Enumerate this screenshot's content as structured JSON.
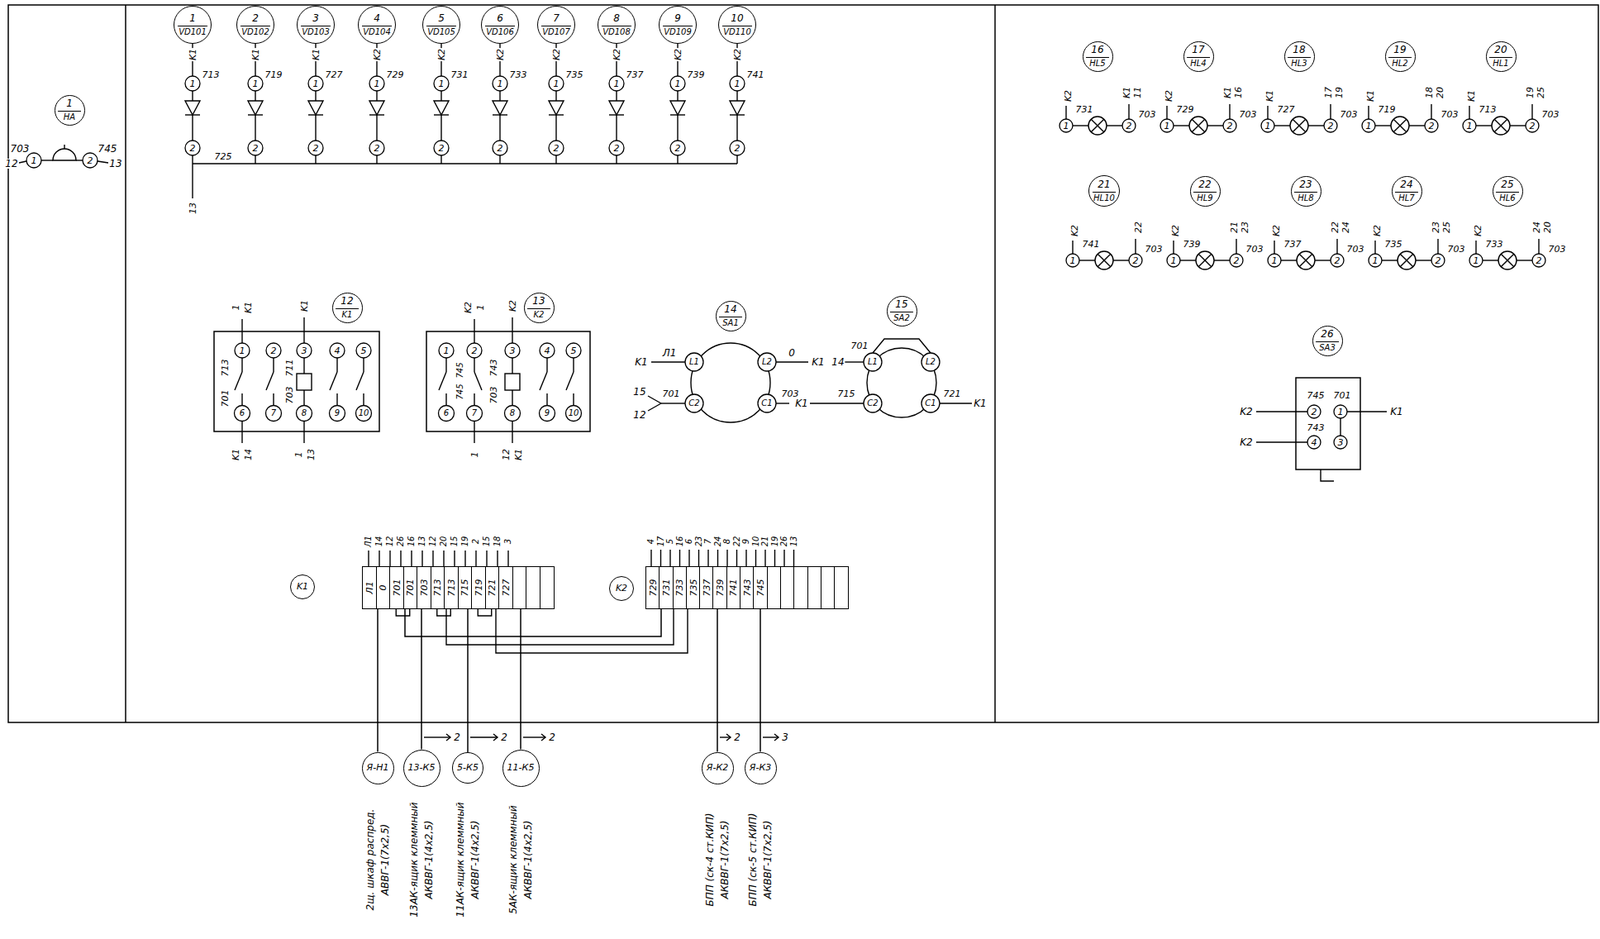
{
  "diagram": {
    "nodes": [
      {
        "text": [
          "1",
          "HA"
        ]
      },
      {
        "text": [
          "1",
          "VD101"
        ]
      },
      {
        "text": [
          "2",
          "VD102"
        ]
      },
      {
        "text": [
          "3",
          "VD103"
        ]
      },
      {
        "text": [
          "4",
          "VD104"
        ]
      },
      {
        "text": [
          "5",
          "VD105"
        ]
      },
      {
        "text": [
          "6",
          "VD106"
        ]
      },
      {
        "text": [
          "7",
          "VD107"
        ]
      },
      {
        "text": [
          "8",
          "VD108"
        ]
      },
      {
        "text": [
          "9",
          "VD109"
        ]
      },
      {
        "text": [
          "10",
          "VD110"
        ]
      },
      {
        "text": [
          "12",
          "K1"
        ]
      },
      {
        "text": [
          "13",
          "K2"
        ]
      },
      {
        "text": [
          "14",
          "SA1"
        ]
      },
      {
        "text": [
          "15",
          "SA2"
        ]
      },
      {
        "text": [
          "16",
          "HL5"
        ]
      },
      {
        "text": [
          "17",
          "HL4"
        ]
      },
      {
        "text": [
          "18",
          "HL3"
        ]
      },
      {
        "text": [
          "19",
          "HL2"
        ]
      },
      {
        "text": [
          "20",
          "HL1"
        ]
      },
      {
        "text": [
          "21",
          "HL10"
        ]
      },
      {
        "text": [
          "22",
          "HL9"
        ]
      },
      {
        "text": [
          "23",
          "HL8"
        ]
      },
      {
        "text": [
          "24",
          "HL7"
        ]
      },
      {
        "text": [
          "25",
          "HL6"
        ]
      },
      {
        "text": [
          "26",
          "SA3"
        ]
      },
      {
        "text": [
          "K1"
        ]
      },
      {
        "text": [
          "K2"
        ]
      },
      {
        "text": [
          "Л1",
          "0",
          "701",
          "701",
          "703",
          "713",
          "713",
          "715",
          "719",
          "721",
          "727"
        ]
      },
      {
        "text": [
          "729",
          "731",
          "733",
          "735",
          "737",
          "739",
          "741",
          "743",
          "745"
        ]
      },
      {
        "text": [
          "Я-Н1"
        ]
      },
      {
        "text": [
          "13-К5"
        ]
      },
      {
        "text": [
          "5-К5"
        ]
      },
      {
        "text": [
          "11-К5"
        ]
      },
      {
        "text": [
          "Я-К2"
        ]
      },
      {
        "text": [
          "Я-К3"
        ]
      }
    ],
    "edges": [
      {
        "from": 28,
        "to": 30,
        "arrow": "none"
      },
      {
        "from": 28,
        "to": 31,
        "arrow": "none"
      },
      {
        "from": 28,
        "to": 32,
        "arrow": "none"
      },
      {
        "from": 28,
        "to": 33,
        "arrow": "none"
      },
      {
        "from": 29,
        "to": 34,
        "arrow": "none"
      },
      {
        "from": 29,
        "to": 35,
        "arrow": "none"
      },
      {
        "from": 28,
        "to": 29,
        "arrow": "none"
      }
    ],
    "labels": [
      "703",
      "12",
      "1",
      "2",
      "745",
      "13",
      "K1",
      "1",
      "713",
      "2",
      "K1",
      "1",
      "719",
      "2",
      "K1",
      "1",
      "727",
      "2",
      "K2",
      "1",
      "729",
      "2",
      "K2",
      "1",
      "731",
      "2",
      "K2",
      "1",
      "733",
      "2",
      "K2",
      "1",
      "735",
      "2",
      "K2",
      "1",
      "737",
      "2",
      "K2",
      "1",
      "739",
      "2",
      "K2",
      "1",
      "741",
      "2",
      "725",
      "13",
      "1",
      "K1",
      "K1",
      "713",
      "711",
      "1",
      "2",
      "3",
      "4",
      "5",
      "6",
      "7",
      "8",
      "9",
      "10",
      "701",
      "703",
      "K1",
      "14",
      "1",
      "13",
      "K2",
      "1",
      "K2",
      "745",
      "743",
      "1",
      "2",
      "3",
      "4",
      "5",
      "6",
      "7",
      "8",
      "9",
      "10",
      "745",
      "703",
      "1",
      "12",
      "K1",
      "K1",
      "Л1",
      "0",
      "K1",
      "15",
      "12",
      "701",
      "703",
      "L1",
      "L2",
      "С2",
      "С1",
      "701",
      "14",
      "K1",
      "715",
      "721",
      "K1",
      "L1",
      "L2",
      "С2",
      "С1",
      "K2",
      "731",
      "1",
      "2",
      "K1",
      "11",
      "703",
      "K2",
      "729",
      "1",
      "2",
      "K1",
      "16",
      "703",
      "K1",
      "727",
      "1",
      "2",
      "17",
      "19",
      "703",
      "K1",
      "719",
      "1",
      "2",
      "18",
      "20",
      "703",
      "K1",
      "713",
      "1",
      "2",
      "19",
      "25",
      "703",
      "K2",
      "741",
      "1",
      "2",
      "22",
      "703",
      "K2",
      "739",
      "1",
      "2",
      "21",
      "23",
      "703",
      "K2",
      "737",
      "1",
      "2",
      "22",
      "24",
      "703",
      "K2",
      "735",
      "1",
      "2",
      "23",
      "25",
      "703",
      "K2",
      "733",
      "1",
      "2",
      "24",
      "20",
      "703",
      "745",
      "701",
      "743",
      "2",
      "1",
      "4",
      "3",
      "K2",
      "K2",
      "K1",
      "Л1",
      "14",
      "12",
      "26",
      "16",
      "13",
      "12",
      "20",
      "15",
      "19",
      "2",
      "15",
      "18",
      "3",
      "4",
      "17",
      "5",
      "16",
      "6",
      "23",
      "7",
      "24",
      "8",
      "22",
      "9",
      "10",
      "21",
      "19",
      "26",
      "13",
      "2",
      "2",
      "2",
      "2",
      "3",
      "2щ. шкаф распред.",
      "АВВГ-1(7х2,5)",
      "13АК-ящик клеммный",
      "АКВВГ-1(4х2,5)",
      "11АК-ящик клеммный",
      "АКВВГ-1(4х2,5)",
      "5АК-ящик клеммный",
      "АКВВГ-1(4х2,5)",
      "БПП (ск-4 ст.КИП)",
      "АКВВГ-1(7х2,5)",
      "БПП (ск-5 ст.КИП)",
      "АКВВГ-1(7х2,5)"
    ]
  }
}
